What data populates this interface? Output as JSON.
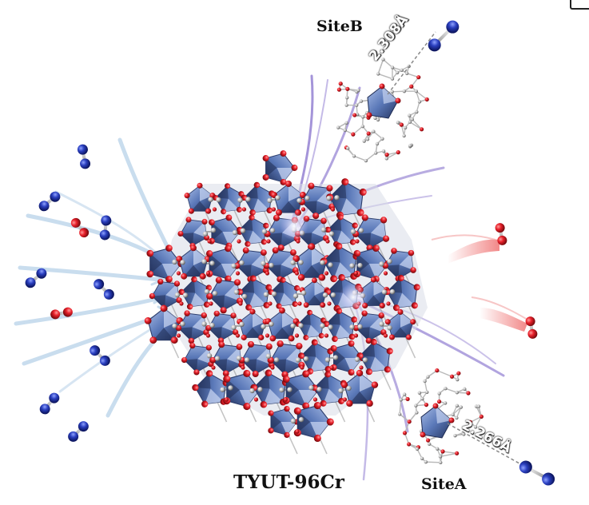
{
  "labels": {
    "framework": "TYUT-96Cr",
    "site_a": "SiteA",
    "site_b": "SiteB",
    "distance_a": "2.266Å",
    "distance_b": "2.308Å"
  },
  "colors": {
    "polyhedron": "#5a78b8",
    "polyhedron_dark": "#2e3f6e",
    "oxygen_atom": "#e8202a",
    "nitrogen_atom": "#2a3fbf",
    "carbon_atom": "#9a9a9a",
    "hydrogen_atom": "#f4f4f4",
    "inflow_arrow": "#bcd4ea",
    "outflow_tail": "#f2a0a0",
    "site_beam": "#7d67c9"
  },
  "icons": {
    "n2_molecule": "n2-molecule-icon",
    "o2_molecule": "o2-molecule-icon"
  }
}
